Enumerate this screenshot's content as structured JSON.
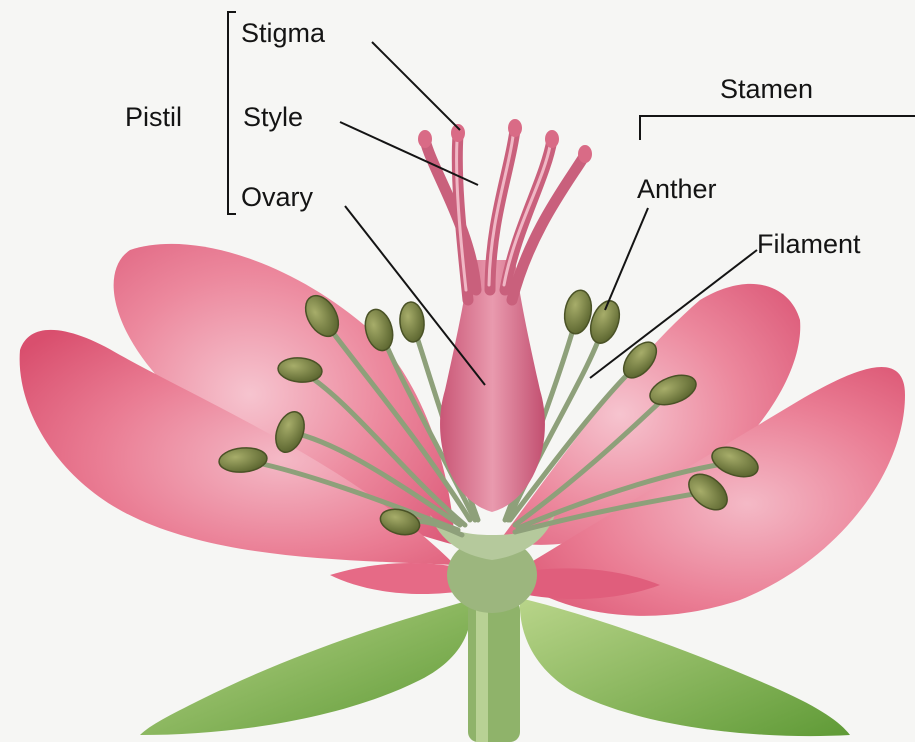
{
  "diagram": {
    "groups": {
      "pistil": "Pistil",
      "stamen": "Stamen"
    },
    "labels": {
      "stigma": "Stigma",
      "style": "Style",
      "ovary": "Ovary",
      "anther": "Anther",
      "filament": "Filament"
    }
  },
  "colors": {
    "background": "#f6f6f4",
    "petal": "#e8667f",
    "petal_light": "#f3b3c0",
    "pistil": "#d96a86",
    "stamen_filament": "#8ea07a",
    "anther": "#6e7a3a",
    "receptacle": "#a9bf8a",
    "sepal": "#7fb24a",
    "stem": "#8fb36a",
    "label_line": "#141414"
  }
}
